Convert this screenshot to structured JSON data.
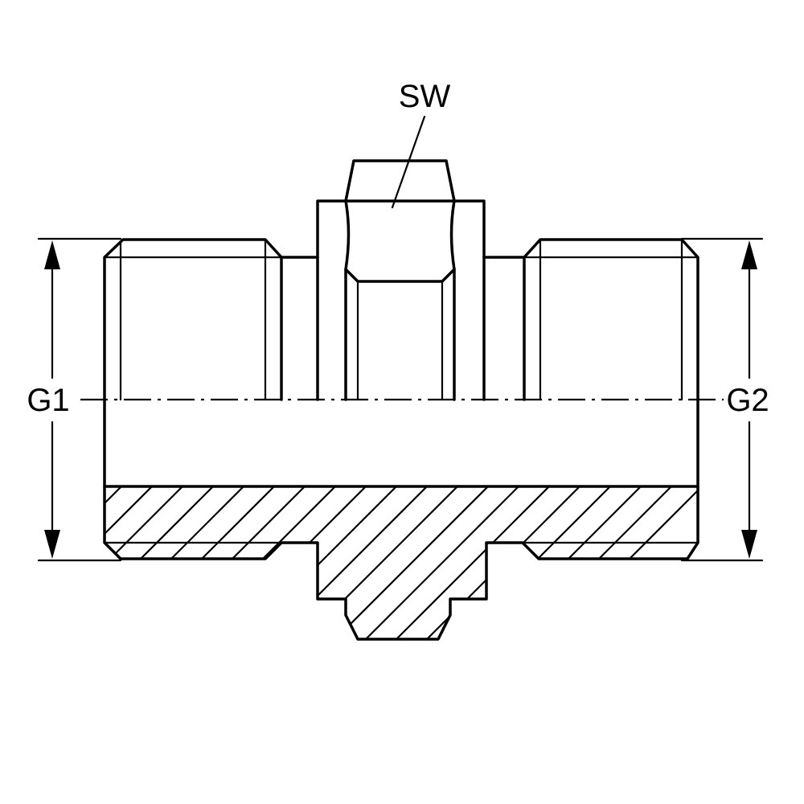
{
  "labels": {
    "hex_size": "SW",
    "thread_left": "G1",
    "thread_right": "G2"
  },
  "colors": {
    "line": "#000000",
    "background": "#ffffff"
  }
}
